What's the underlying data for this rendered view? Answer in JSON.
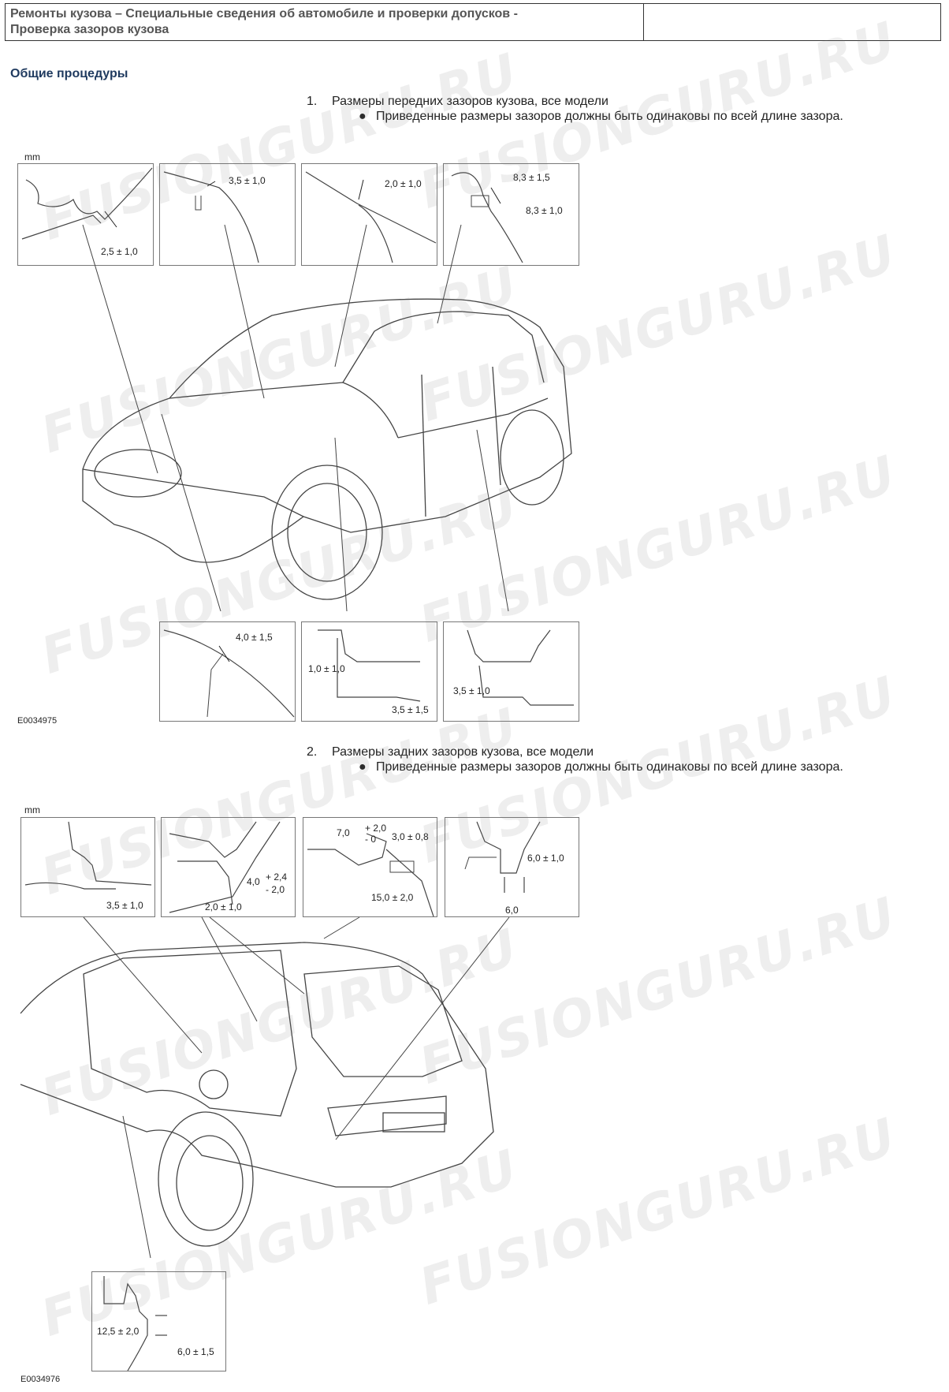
{
  "header": {
    "title_line1": "Ремонты кузова – Специальные сведения об автомобиле и проверки допусков -",
    "title_line2": "Проверка зазоров кузова"
  },
  "section_title": "Общие процедуры",
  "steps": [
    {
      "number": "1.",
      "text": "Размеры передних зазоров кузова, все модели",
      "bullet": "Приведенные размеры зазоров должны быть одинаковы по всей длине зазора."
    },
    {
      "number": "2.",
      "text": "Размеры задних зазоров кузова, все модели",
      "bullet": "Приведенные размеры зазоров должны быть одинаковы по всей длине зазора."
    }
  ],
  "unit_label": "mm",
  "figure1": {
    "id": "E0034975",
    "top_insets": [
      {
        "dims": [
          "2,5 ± 1,0"
        ]
      },
      {
        "dims": [
          "3,5 ± 1,0"
        ]
      },
      {
        "dims": [
          "2,0 ± 1,0"
        ]
      },
      {
        "dims": [
          "8,3 ± 1,5",
          "8,3 ± 1,0"
        ]
      }
    ],
    "bottom_insets": [
      {
        "dims": [
          "4,0 ± 1,5"
        ]
      },
      {
        "dims": [
          "1,0 ± 1,0",
          "3,5 ± 1,5"
        ]
      },
      {
        "dims": [
          "3,5 ± 1,0"
        ]
      }
    ]
  },
  "figure2": {
    "id": "E0034976",
    "top_insets": [
      {
        "dims": [
          "3,5 ± 1,0"
        ]
      },
      {
        "dims": [
          "4,0",
          "+ 2,4",
          "- 2,0",
          "2,0 ± 1,0"
        ]
      },
      {
        "dims": [
          "7,0",
          "+ 2,0",
          "- 0",
          "3,0 ± 0,8",
          "15,0 ± 2,0"
        ]
      },
      {
        "dims": [
          "6,0 ± 1,0",
          "6,0"
        ]
      }
    ],
    "bottom_insets": [
      {
        "dims": [
          "12,5 ± 2,0",
          "6,0 ± 1,5"
        ]
      }
    ]
  },
  "watermark": "FUSIONGURU.RU"
}
